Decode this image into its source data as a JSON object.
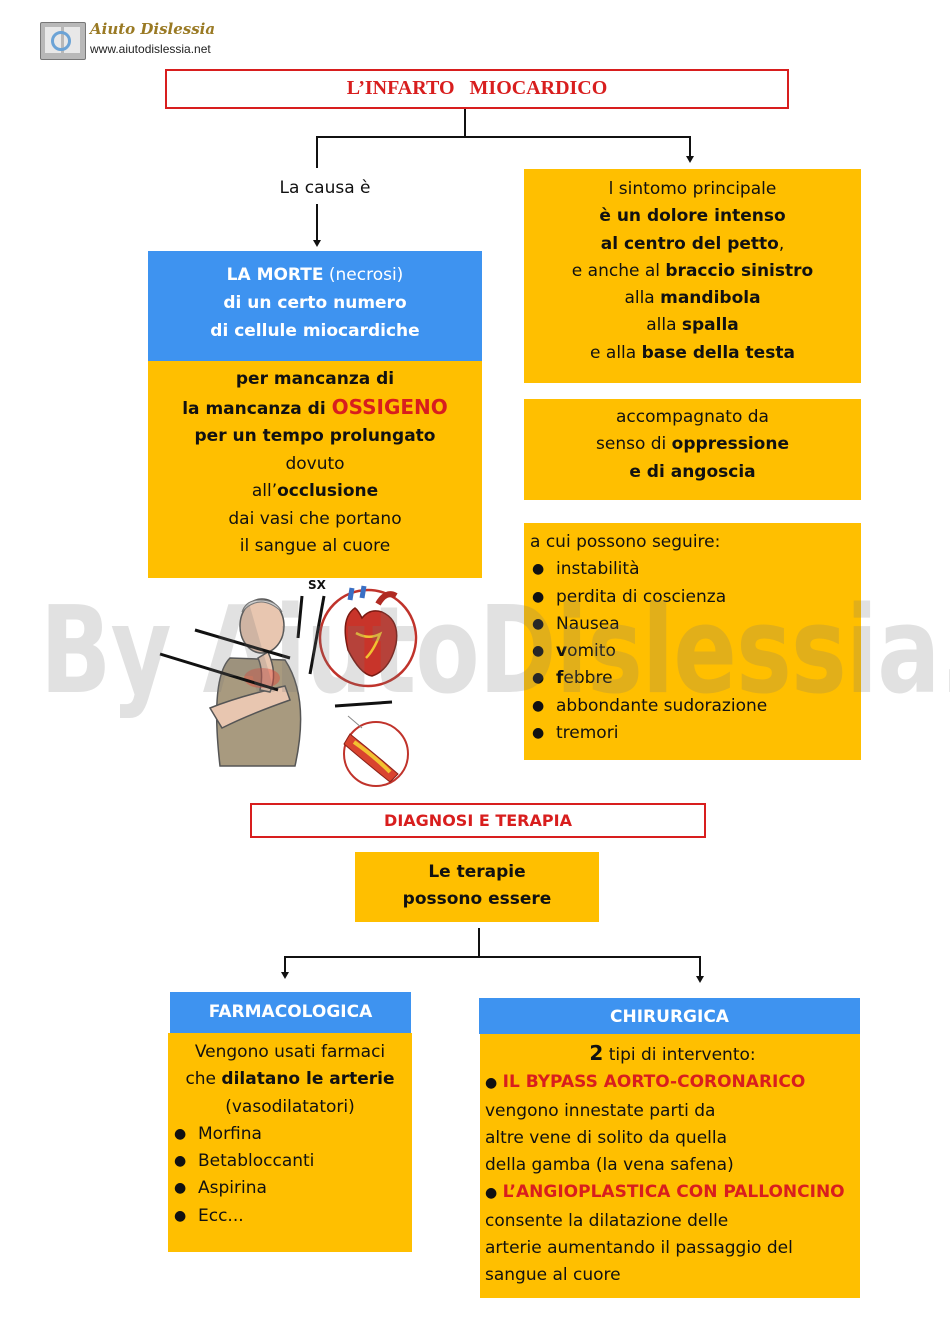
{
  "logo": {
    "name": "Aiuto Dislessia",
    "url": "www.aiutodislessia.net"
  },
  "title": "L’INFARTO   MIOCARDICO",
  "cause_label": "La causa è",
  "blue_box": {
    "l1_bold": "LA MORTE",
    "l1_rest": " (necrosi)",
    "l2": "di un certo numero",
    "l3": "di cellule miocardiche"
  },
  "cause_box": {
    "l1": "per mancanza di",
    "l2_pre": "la mancanza di ",
    "l2_red": "OSSIGENO",
    "l3": "per un tempo prolungato",
    "l4": "dovuto",
    "l5_pre": "all’",
    "l5_bold": "occlusione",
    "l6": "dai vasi che portano",
    "l7": "il sangue al cuore"
  },
  "symptom_box": {
    "l1": "l sintomo principale",
    "l2": "è un dolore intenso",
    "l3_bold": "al centro del petto",
    "l3_rest": ",",
    "l4_pre": "e anche al ",
    "l4_bold": "braccio sinistro",
    "l5_pre": "alla ",
    "l5_bold": "mandibola",
    "l6_pre": "alla ",
    "l6_bold": "spalla",
    "l7_pre": "e alla ",
    "l7_bold": "base della testa"
  },
  "oppression_box": {
    "l1": "accompagnato da",
    "l2_pre": "senso di ",
    "l2_bold": "oppressione",
    "l3": "e di angoscia"
  },
  "follow_box": {
    "intro": "a cui possono seguire:",
    "items": [
      {
        "bold": "",
        "text": "instabilità"
      },
      {
        "bold": "",
        "text": "perdita di coscienza"
      },
      {
        "bold": "",
        "text": "Nausea"
      },
      {
        "bold": "v",
        "text": "omito"
      },
      {
        "bold": "f",
        "text": "ebbre"
      },
      {
        "bold": "",
        "text": "abbondante sudorazione"
      },
      {
        "bold": "",
        "text": "tremori"
      }
    ]
  },
  "illustration": {
    "sx_label": "SX"
  },
  "diagnosis_title": "DIAGNOSI E TERAPIA",
  "therapy_box": {
    "l1": "Le terapie",
    "l2": "possono essere"
  },
  "pharma": {
    "header": "FARMACOLOGICA",
    "l1": "Vengono usati farmaci",
    "l2_pre": "che ",
    "l2_bold": "dilatano le arterie",
    "l3": "(vasodilatatori)",
    "items": [
      "Morfina",
      "Betabloccanti",
      "Aspirina",
      "Ecc..."
    ]
  },
  "surgery": {
    "header": "CHIRURGICA",
    "l1_bold": "2",
    "l1_rest": " tipi di intervento:",
    "bypass_title": "IL BYPASS AORTO-CORONARICO",
    "bypass_lines": [
      "vengono innestate parti da",
      "altre vene di solito da quella",
      "della gamba (la vena safena)"
    ],
    "angio_title": "L’ANGIOPLASTICA CON PALLONCINO",
    "angio_lines": [
      "consente la dilatazione delle",
      "arterie aumentando il passaggio del",
      "sangue al cuore"
    ]
  },
  "watermark": "By AiutoDislessia.net",
  "colors": {
    "yellow": "#FFBF00",
    "blue": "#3E93F0",
    "red": "#D81E1E"
  }
}
